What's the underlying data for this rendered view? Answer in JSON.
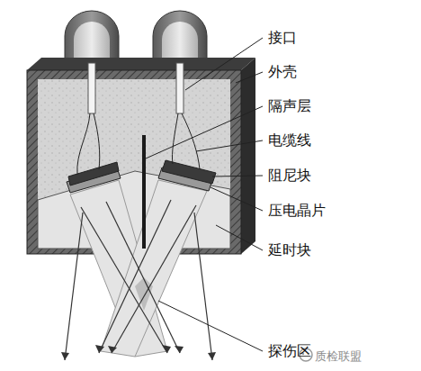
{
  "diagram": {
    "labels": [
      "接口",
      "外壳",
      "隔声层",
      "电缆线",
      "阻尼块",
      "压电晶片",
      "延时块",
      "探伤区",
      "质检联盟"
    ]
  }
}
